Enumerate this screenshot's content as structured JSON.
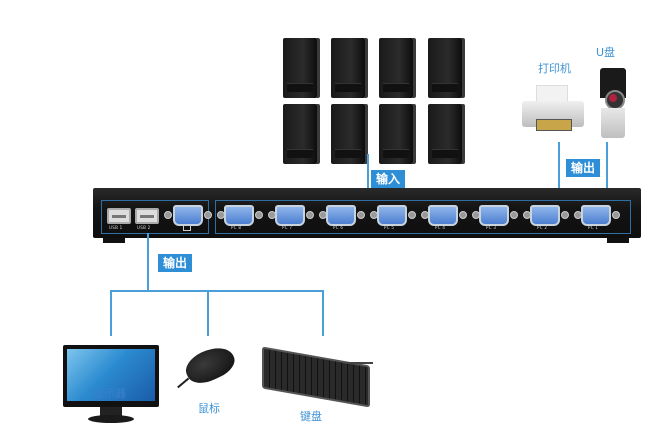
{
  "diagram": {
    "title": "KVM switch connection diagram",
    "labels": {
      "input": "输入",
      "output_top": "输出",
      "output_bottom": "输出"
    },
    "inputs": {
      "count": 8,
      "device": "PC tower"
    },
    "top_peripherals": [
      {
        "id": "printer",
        "label": "打印机"
      },
      {
        "id": "usb_drive",
        "label": "U盘"
      }
    ],
    "bottom_peripherals": [
      {
        "id": "monitor",
        "label": "显示器"
      },
      {
        "id": "mouse",
        "label": "鼠标"
      },
      {
        "id": "keyboard",
        "label": "键盘"
      }
    ],
    "kvm": {
      "console_ports": [
        "USB 1",
        "USB 2",
        "monitor"
      ],
      "pc_ports": [
        "PC 8",
        "PC 7",
        "PC 6",
        "PC 5",
        "PC 4",
        "PC 3",
        "PC 2",
        "PC 1"
      ]
    },
    "colors": {
      "line": "#4a9fd8",
      "tag_bg": "#2f8fd6",
      "caption": "#3f93d6",
      "port_box": "#2f6fa6"
    }
  }
}
